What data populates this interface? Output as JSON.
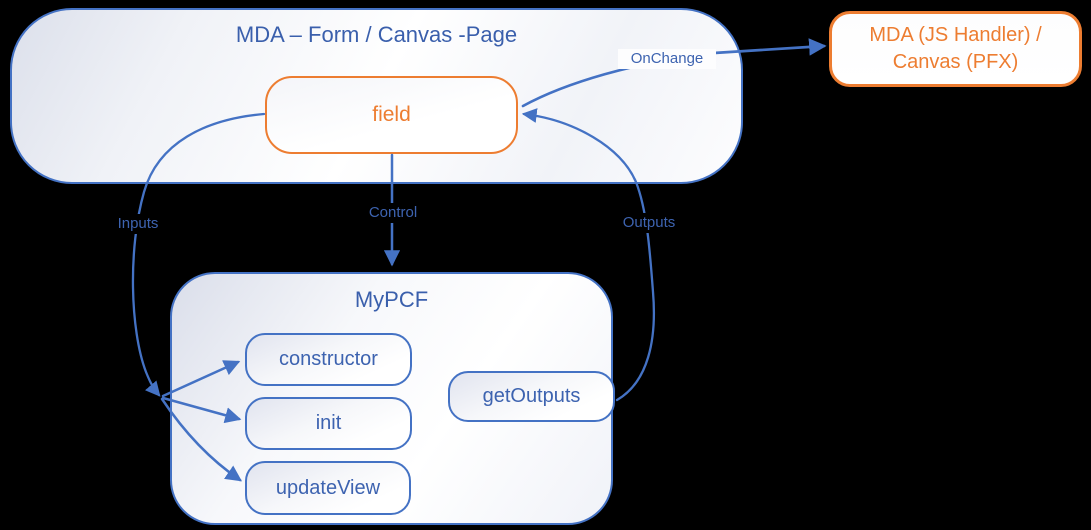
{
  "form_page": {
    "title": "MDA – Form / Canvas -Page"
  },
  "field": {
    "label": "field"
  },
  "handler": {
    "line1": "MDA (JS Handler) /",
    "line2": "Canvas (PFX)"
  },
  "mypcf": {
    "title": "MyPCF",
    "methods": [
      "constructor",
      "init",
      "updateView"
    ],
    "get_outputs_label": "getOutputs"
  },
  "labels": {
    "onchange": "OnChange",
    "inputs": "Inputs",
    "control": "Control",
    "outputs": "Outputs"
  },
  "colors": {
    "connector_blue": "#4472C4",
    "text_blue": "#3D63B0",
    "accent_orange": "#ED7D31",
    "background": "#000000"
  }
}
